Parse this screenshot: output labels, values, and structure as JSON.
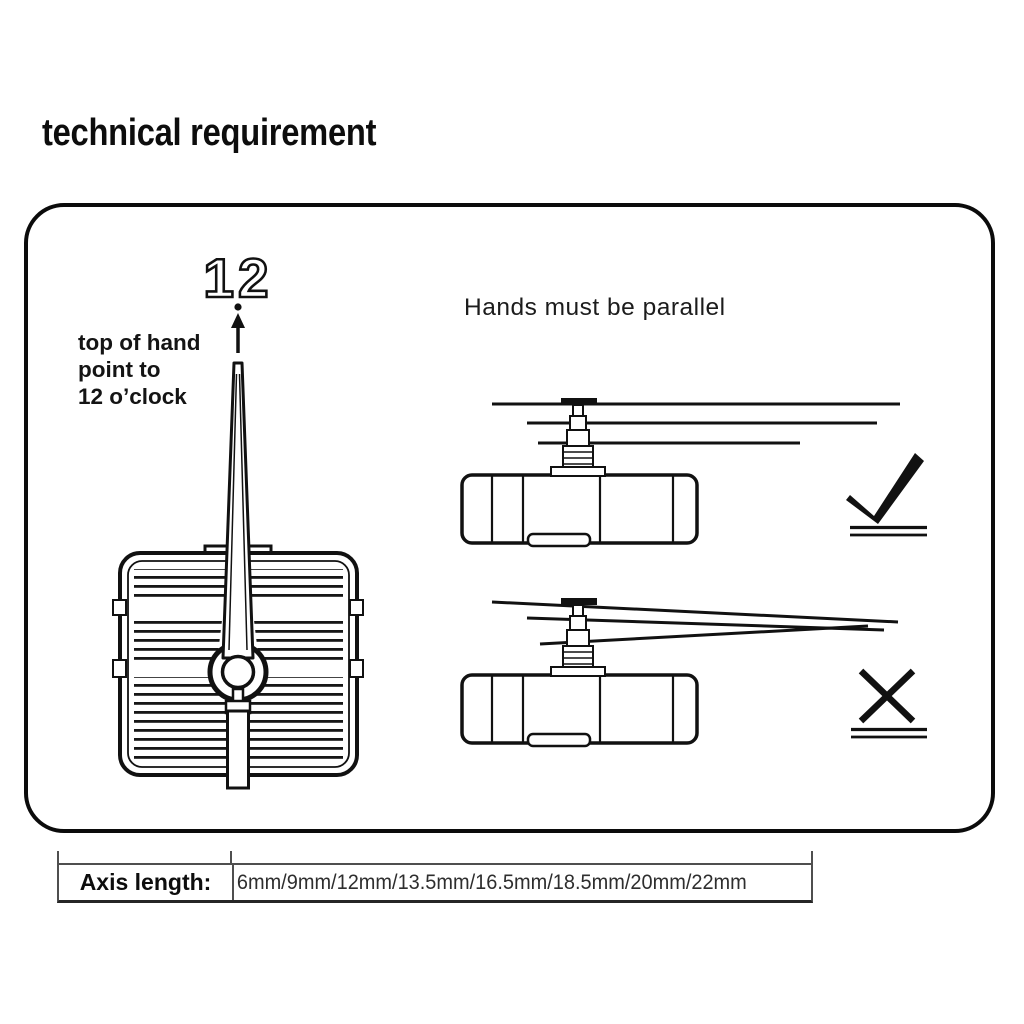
{
  "page": {
    "title": "technical requirement"
  },
  "front_view": {
    "numeral": "12",
    "annotation_lines": [
      "top of hand",
      "point to",
      "12 o’clock"
    ],
    "icons": {
      "pointer": "up-arrow-icon",
      "marker": "dot-icon"
    }
  },
  "parallel_rule": {
    "heading": "Hands must be parallel",
    "good": {
      "icon": "check-icon"
    },
    "bad": {
      "icon": "cross-icon"
    }
  },
  "spec_table": {
    "rows": [
      {
        "label": "Axis length:",
        "value": "6mm/9mm/12mm/13.5mm/16.5mm/18.5mm/20mm/22mm"
      }
    ]
  },
  "colors": {
    "ink": "#111111",
    "table_border": "#4f4f4f"
  }
}
